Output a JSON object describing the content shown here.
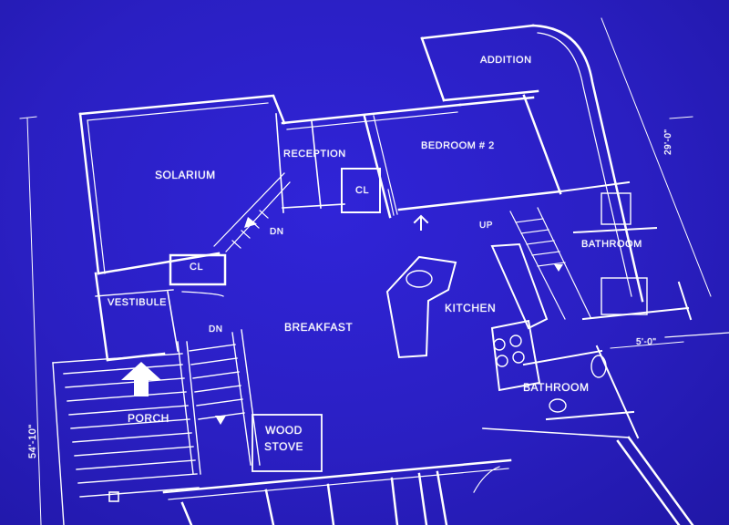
{
  "rooms": {
    "addition": "ADDITION",
    "solarium": "SOLARIUM",
    "reception": "RECEPTION",
    "bedroom2": "BEDROOM # 2",
    "closet_upper": "CL",
    "closet_lower": "CL",
    "vestibule": "VESTIBULE",
    "breakfast": "BREAKFAST",
    "kitchen": "KITCHEN",
    "bathroom_upper": "BATHROOM",
    "bathroom_lower": "BATHROOM",
    "porch": "PORCH",
    "wood_stove_line1": "WOOD",
    "wood_stove_line2": "STOVE"
  },
  "stairs": {
    "dn_upper": "DN",
    "dn_lower": "DN",
    "up": "UP"
  },
  "dimensions": {
    "right_vertical": "29'-0\"",
    "left_vertical": "54'-10\"",
    "small_horizontal": "5'-0\""
  },
  "colors": {
    "background": "#2a1fc0",
    "lines": "#ffffff"
  }
}
